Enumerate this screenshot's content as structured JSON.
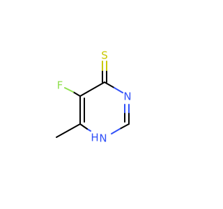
{
  "molecule": {
    "atoms": [
      {
        "id": "S",
        "symbol": "S",
        "color": "#c8c800"
      },
      {
        "id": "C4",
        "symbol": "C"
      },
      {
        "id": "N3",
        "symbol": "N",
        "color": "#3050f8"
      },
      {
        "id": "C2",
        "symbol": "C"
      },
      {
        "id": "N1",
        "symbol": "N",
        "color": "#3050f8"
      },
      {
        "id": "H1",
        "symbol": "H",
        "color": "#3050f8"
      },
      {
        "id": "C6",
        "symbol": "C"
      },
      {
        "id": "CH3",
        "symbol": "C"
      },
      {
        "id": "C5",
        "symbol": "C"
      },
      {
        "id": "F",
        "symbol": "F",
        "color": "#90e050"
      }
    ],
    "labels": {
      "sulfur": "S",
      "nitrogen_3": "N",
      "nitrogen_1": "N",
      "hydrogen": "H",
      "fluorine": "F"
    },
    "bonds": [
      {
        "from": "C4",
        "to": "S",
        "order": 2
      },
      {
        "from": "C4",
        "to": "N3",
        "order": 1
      },
      {
        "from": "N3",
        "to": "C2",
        "order": 2
      },
      {
        "from": "C2",
        "to": "N1",
        "order": 1
      },
      {
        "from": "N1",
        "to": "C6",
        "order": 1
      },
      {
        "from": "C6",
        "to": "C5",
        "order": 2
      },
      {
        "from": "C5",
        "to": "C4",
        "order": 1
      },
      {
        "from": "C5",
        "to": "F",
        "order": 1
      },
      {
        "from": "C6",
        "to": "CH3",
        "order": 1
      }
    ]
  }
}
